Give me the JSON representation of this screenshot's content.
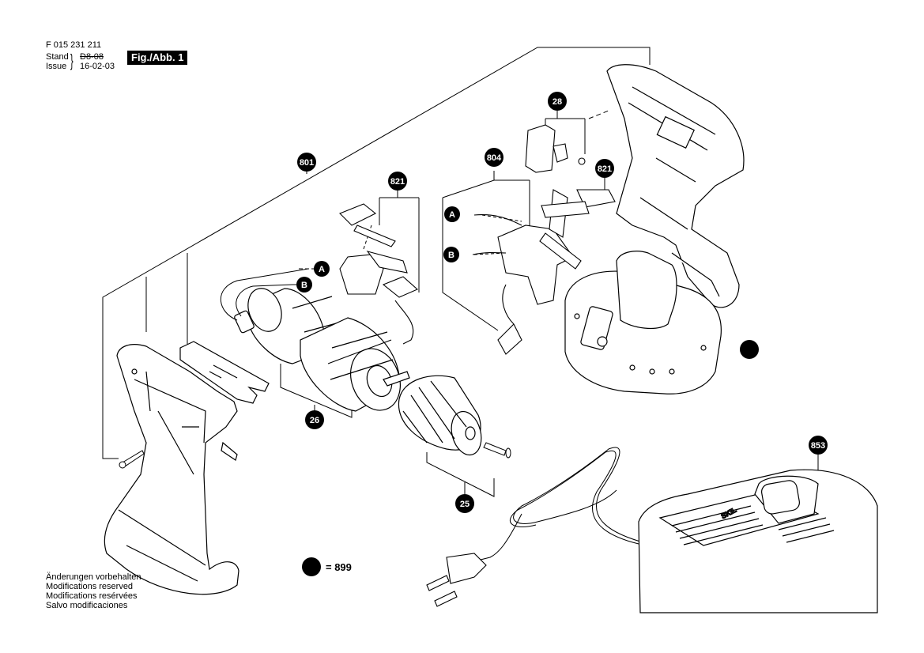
{
  "header": {
    "doc_number": "F 015 231 211",
    "stand_label": "Stand",
    "issue_label": "Issue",
    "old_date": "D8-08",
    "new_date": "16-02-03",
    "figure_label": "Fig./Abb. 1"
  },
  "callouts": {
    "c801": "801",
    "c821a": "821",
    "c821b": "821",
    "c804": "804",
    "c28": "28",
    "c26": "26",
    "c25": "25",
    "c853": "853",
    "wireA1": "A",
    "wireB1": "B",
    "wireA2": "A",
    "wireB2": "B"
  },
  "charger": {
    "brand": "SKIL"
  },
  "legend": {
    "text": "= 899"
  },
  "notes": [
    "Änderungen vorbehalten",
    "Modifications reserved",
    "Modifications resérvées",
    "Salvo modificaciones"
  ]
}
